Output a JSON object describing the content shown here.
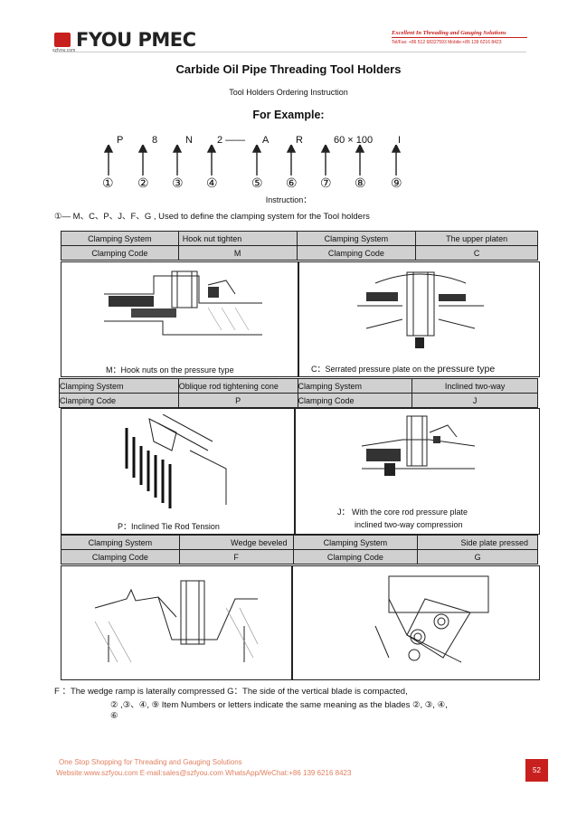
{
  "header": {
    "logo_text": "FYOU PMEC",
    "logo_sub": "szfyou.com",
    "tagline": "Excellent In Threading and Gauging Solutions",
    "contact": "Tel/Fax: +86 512 68327593  Mobile:+86 139 6216 8423"
  },
  "title": "Carbide Oil Pipe Threading Tool Holders",
  "subtitle": "Tool Holders Ordering Instruction",
  "example_heading": "For Example:",
  "code": {
    "letters": [
      "P",
      "8",
      "N",
      "2 ——",
      "A",
      "R",
      "60 × 100",
      "I"
    ],
    "numbers": [
      "①",
      "②",
      "③",
      "④",
      "⑤",
      "⑥",
      "⑦",
      "⑧",
      "⑨"
    ]
  },
  "instruction_label": "Instruction：",
  "line1": "①— M、C、P、J、F、G , Used to define the clamping system for the Tool holders",
  "rows": [
    {
      "c1": "Clamping System",
      "c2": "Hook nut tighten",
      "c3": "Clamping System",
      "c4": "The upper platen"
    },
    {
      "c1": "Clamping Code",
      "c2": "M",
      "c3": "Clamping Code",
      "c4": "C"
    },
    {
      "c1": "Clamping System",
      "c2": "Oblique rod tightening cone",
      "c3": "Clamping System",
      "c4": "Inclined two-way"
    },
    {
      "c1": "Clamping Code",
      "c2": "P",
      "c3": "Clamping Code",
      "c4": "J"
    },
    {
      "c1": "Clamping System",
      "c2": "Wedge beveled",
      "c3": "Clamping System",
      "c4": "Side plate pressed"
    },
    {
      "c1": "Clamping Code",
      "c2": "F",
      "c3": "Clamping Code",
      "c4": "G"
    }
  ],
  "captions": {
    "m": "M：Hook nuts on the pressure type",
    "c_pre": "C：Serrated pressure plate on the ",
    "c_post": "pressure type",
    "p": "P：Inclined Tie Rod Tension",
    "j1": "J：  With the core rod pressure plate",
    "j2": "inclined two-way compression"
  },
  "footnote1": "F ：The wedge ramp is laterally compressed G：The side of the vertical blade is compacted,",
  "footnote2": "② ,③、④, ⑨ Item Numbers or letters indicate the same meaning as the blades ②, ③, ④,",
  "footnote3": "⑥",
  "footer": {
    "line1": "One Stop Shopping for Threading and Gauging Solutions",
    "line2": "Website:www.szfyou.com    E-mail:sales@szfyou.com    WhatsApp/WeChat:+86 139 6216 8423",
    "page": "52"
  }
}
